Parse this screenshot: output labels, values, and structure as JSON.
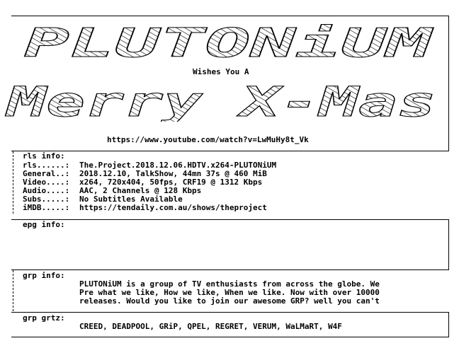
{
  "banner": {
    "brand_art": "PLUTONiUM",
    "tagline": "Wishes You A",
    "greeting_art": "Merry X-Mas",
    "url": "https://www.youtube.com/watch?v=LwMuHy8t_Vk"
  },
  "rls_info": {
    "header": "rls info:",
    "rows": [
      {
        "label": "rls......:",
        "value": "The.Project.2018.12.06.HDTV.x264-PLUTONiUM"
      },
      {
        "label": "General..:",
        "value": "2018.12.10, TalkShow, 44mn 37s @ 460 MiB"
      },
      {
        "label": "Video....:",
        "value": "x264, 720x404, 50fps, CRF19 @ 1312 Kbps"
      },
      {
        "label": "Audio....:",
        "value": "AAC, 2 Channels @ 128 Kbps"
      },
      {
        "label": "Subs.....:",
        "value": "No Subtitles Available"
      },
      {
        "label": "iMDB.....:",
        "value": "https://tendaily.com.au/shows/theproject"
      }
    ]
  },
  "epg_info": {
    "header": "epg info:"
  },
  "grp_info": {
    "header": "grp info:",
    "lines": [
      "PLUTONiUM is a group of TV enthusiasts from across the globe. We",
      "Pre what we like, How we like, When we like. Now with over 10000",
      "releases. Would you like to join our awesome GRP? well you can't"
    ]
  },
  "grp_grtz": {
    "header": "grp grtz:",
    "groups": "CREED, DEADPOOL, GRiP, QPEL, REGRET, VERUM, WaLMaRT, W4F"
  },
  "colors": {
    "text": "#000000",
    "background": "#ffffff"
  }
}
